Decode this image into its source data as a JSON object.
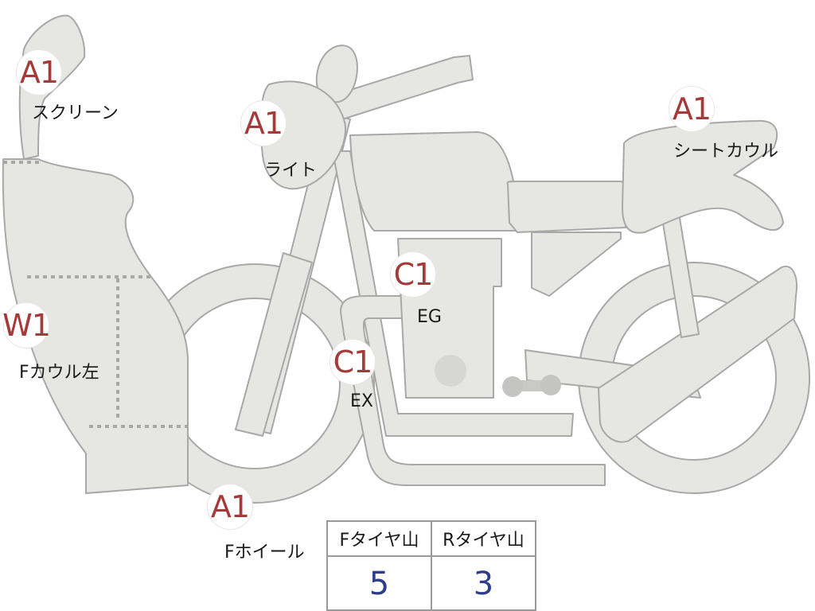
{
  "markers": [
    {
      "key": "screen",
      "code": "A1",
      "label": "スクリーン"
    },
    {
      "key": "light",
      "code": "A1",
      "label": "ライト"
    },
    {
      "key": "seat-cowl",
      "code": "A1",
      "label": "シートカウル"
    },
    {
      "key": "engine",
      "code": "C1",
      "label": "EG"
    },
    {
      "key": "exhaust",
      "code": "C1",
      "label": "EX"
    },
    {
      "key": "front-cowl-left",
      "code": "W1",
      "label": "Fカウル左"
    },
    {
      "key": "front-wheel",
      "code": "A1",
      "label": "Fホイール"
    }
  ],
  "tire_table": {
    "headers": [
      "Fタイヤ山",
      "Rタイヤ山"
    ],
    "values": [
      "5",
      "3"
    ]
  },
  "colors": {
    "part_fill": "#e6e6e3",
    "part_stroke": "#a8a8a8",
    "badge_text": "#a53a3a",
    "value_text": "#2c3d8a"
  }
}
